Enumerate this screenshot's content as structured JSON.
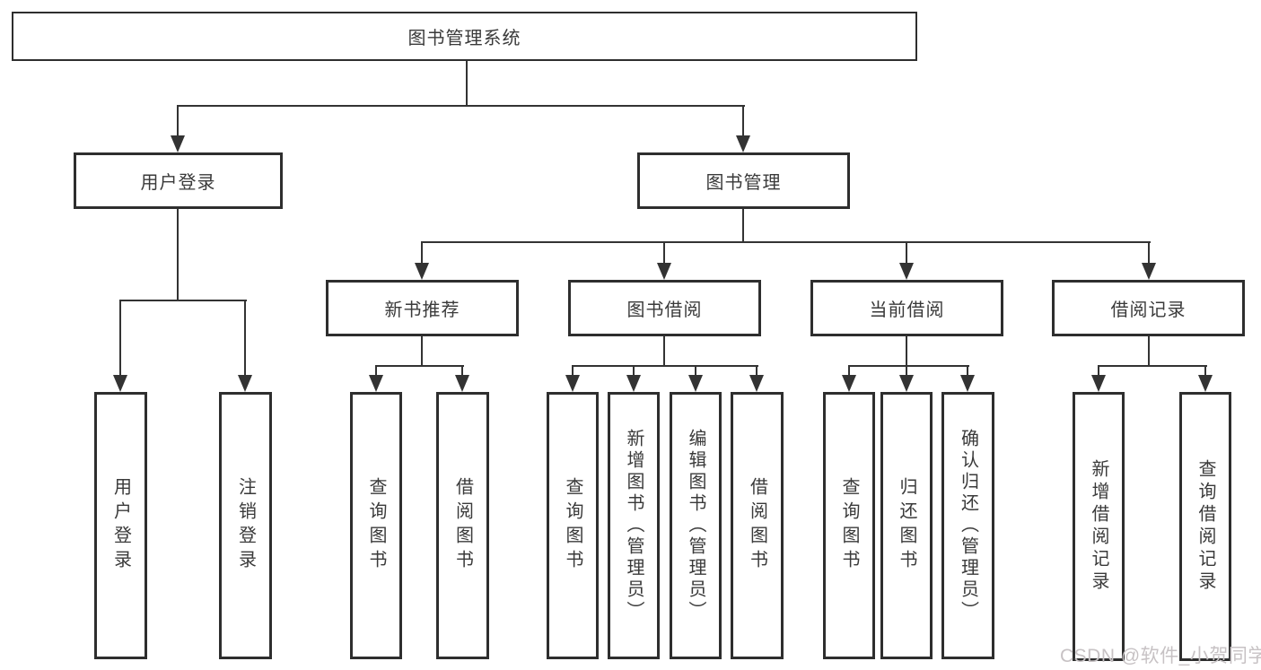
{
  "diagram": {
    "root": {
      "label": "图书管理系统"
    },
    "branches": {
      "user_login": {
        "label": "用户登录"
      },
      "book_mgmt": {
        "label": "图书管理"
      }
    },
    "modules": {
      "new_books": {
        "label": "新书推荐"
      },
      "borrowing": {
        "label": "图书借阅"
      },
      "current": {
        "label": "当前借阅"
      },
      "records": {
        "label": "借阅记录"
      }
    },
    "leaves": {
      "user_login": [
        "用户登录",
        "注销登录"
      ],
      "new_books": [
        "查询图书",
        "借阅图书"
      ],
      "borrowing": [
        "查询图书",
        "新增图书（管理员）",
        "编辑图书（管理员）",
        "借阅图书"
      ],
      "current": [
        "查询图书",
        "归还图书",
        "确认归还（管理员）"
      ],
      "records": [
        "新增借阅记录",
        "查询借阅记录"
      ]
    }
  },
  "watermark": {
    "text": "CSDN @软件_小贺同学"
  },
  "colors": {
    "line": "#333333",
    "box_border": "#2e2e2e",
    "text": "#3a3a3a",
    "background": "#ffffff",
    "watermark": "#c7c2c4"
  }
}
